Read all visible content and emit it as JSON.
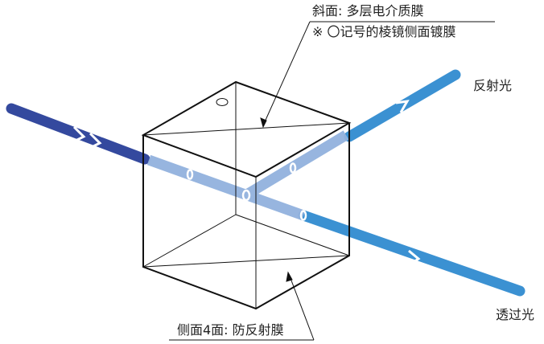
{
  "labels": {
    "hypotenuse": "斜面: 多层电介质膜",
    "note": "※ 〇记号的棱镜侧面镀膜",
    "reflected": "反射光",
    "transmitted": "透过光",
    "sides": "侧面4面: 防反射膜"
  },
  "colors": {
    "incident_beam": "#34499e",
    "outgoing_beam": "#3b91d2",
    "inner_beam": "#92b2de",
    "cube_edge": "#111111"
  }
}
